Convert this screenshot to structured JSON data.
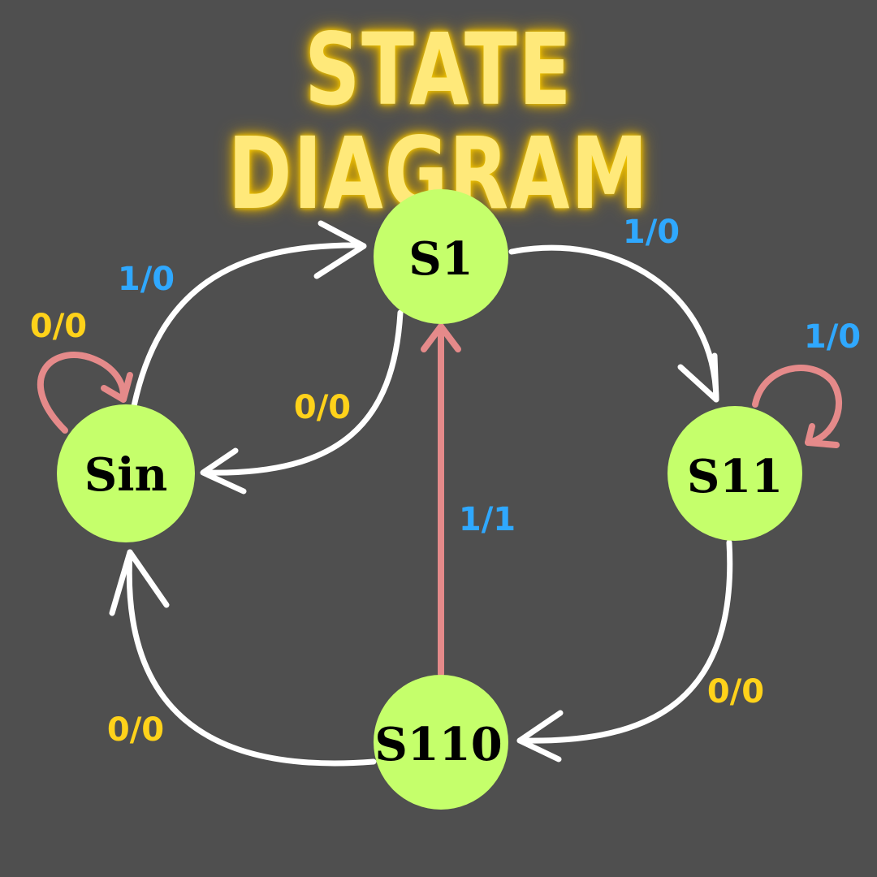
{
  "title": "STATE DIAGRAM",
  "colors": {
    "background": "#4f4f4f",
    "title": "#ffe97a",
    "state_fill": "#c5ff6b",
    "edge_white": "#ffffff",
    "edge_pink": "#e58a8a",
    "label_yellow": "#ffd21a",
    "label_blue": "#2fa8ff"
  },
  "states": {
    "sin": "Sin",
    "s1": "S1",
    "s11": "S11",
    "s110": "S110"
  },
  "transitions": {
    "sin_self": "0/0",
    "sin_to_s1": "1/0",
    "s1_to_sin": "0/0",
    "s1_to_s11": "1/0",
    "s11_self": "1/0",
    "s11_to_s110": "0/0",
    "s110_to_sin": "0/0",
    "s110_to_s1": "1/1"
  }
}
